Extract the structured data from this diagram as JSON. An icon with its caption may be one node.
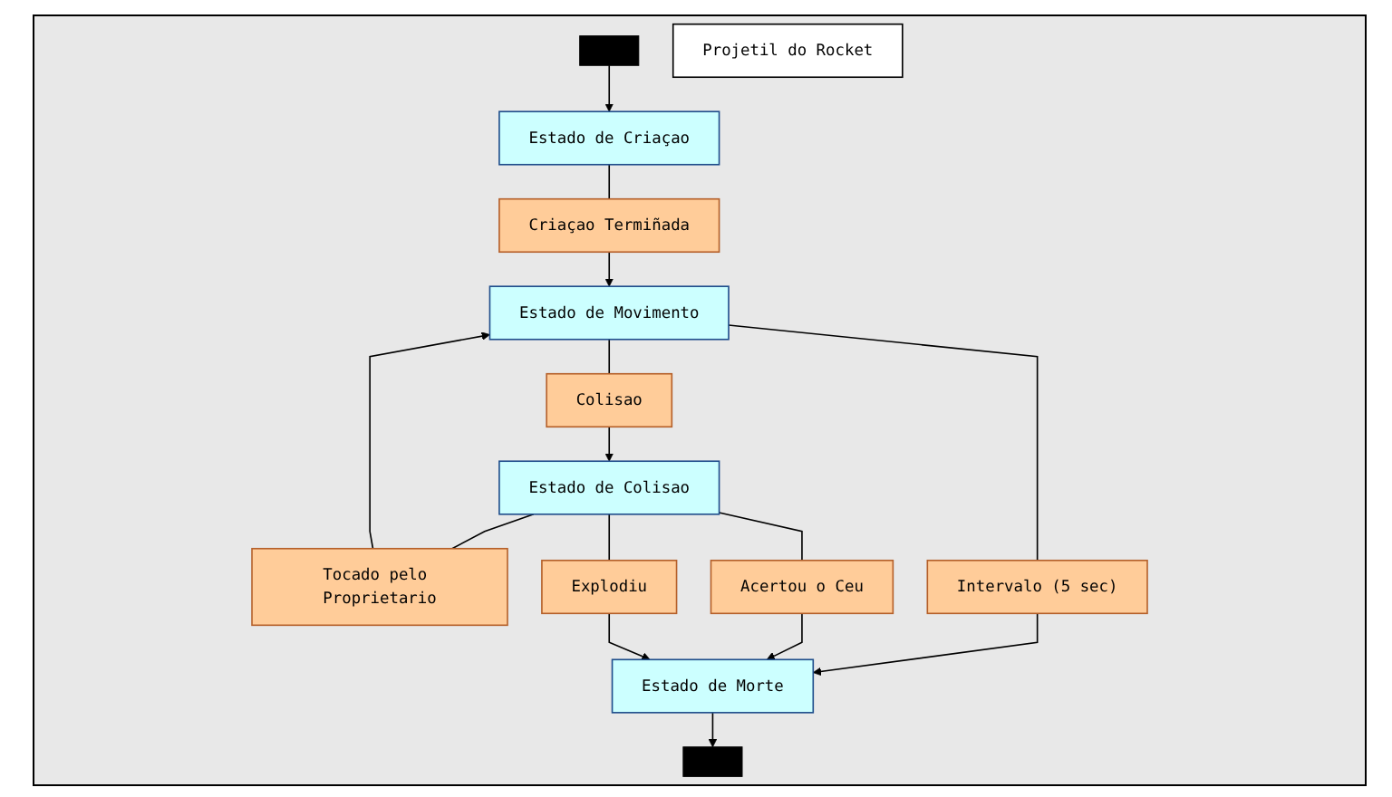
{
  "diagram": {
    "nodes": [
      {
        "text": [],
        "shape": "box"
      },
      {
        "text": [
          "Estado de Criaçao"
        ]
      },
      {
        "text": [
          "Projetil do Rocket"
        ]
      },
      {
        "text": [
          "Criaçao Termiñada"
        ]
      },
      {
        "text": [
          "Tocado pelo Proprietario"
        ]
      },
      {
        "text": [
          "Estado de Movimento"
        ]
      },
      {
        "text": [
          "Colisao"
        ]
      },
      {
        "text": [
          "Estado de Colisao"
        ]
      },
      {
        "text": [
          "Acertou o Ceu"
        ]
      },
      {
        "text": [
          "Intervalo (5 sec)"
        ]
      },
      {
        "text": [
          "Explodiu"
        ]
      },
      {
        "text": [],
        "shape": "box"
      },
      {
        "text": [
          "Estado de Morte"
        ]
      }
    ],
    "edges": [
      {
        "from": 0,
        "to": 1,
        "arrow": "to"
      },
      {
        "from": 1,
        "to": 3,
        "arrow": "none"
      },
      {
        "from": 3,
        "to": 5,
        "arrow": "to"
      },
      {
        "from": 5,
        "to": 6,
        "arrow": "none"
      },
      {
        "from": 6,
        "to": 7,
        "arrow": "to"
      },
      {
        "from": 7,
        "to": 4,
        "arrow": "none"
      },
      {
        "from": 4,
        "to": 5,
        "arrow": "to"
      },
      {
        "from": 5,
        "to": 9,
        "arrow": "none"
      },
      {
        "from": 9,
        "to": 12,
        "arrow": "to"
      },
      {
        "from": 7,
        "to": 8,
        "arrow": "none"
      },
      {
        "from": 8,
        "to": 12,
        "arrow": "to"
      },
      {
        "from": 7,
        "to": 10,
        "arrow": "none"
      },
      {
        "from": 10,
        "to": 12,
        "arrow": "to"
      },
      {
        "from": 12,
        "to": 11,
        "arrow": "to"
      }
    ]
  }
}
